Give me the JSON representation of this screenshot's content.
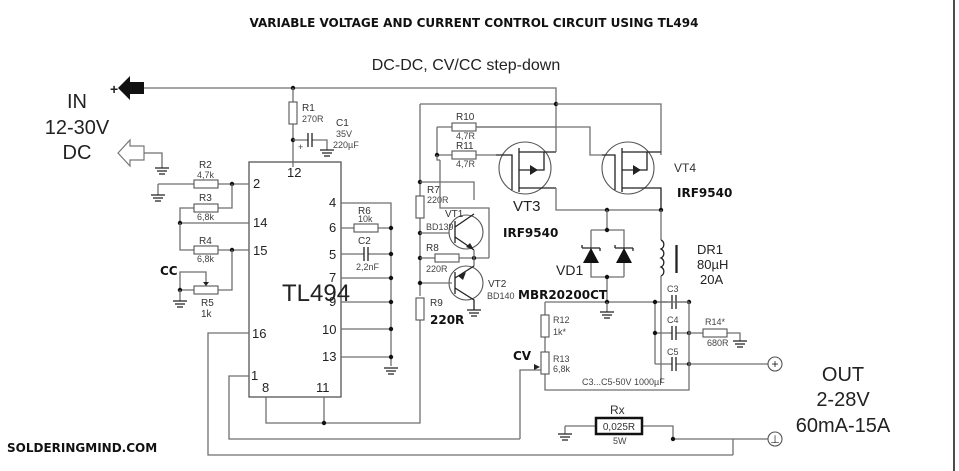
{
  "title": "VARIABLE VOLTAGE AND CURRENT CONTROL CIRCUIT USING TL494",
  "subtitle": "DC-DC, CV/CC  step-down",
  "watermark": "SOLDERINGMIND.COM",
  "input": {
    "label": "IN",
    "voltage": "12-30V",
    "type": "DC",
    "plus": "+"
  },
  "output": {
    "label": "OUT",
    "voltage": "2-28V",
    "current": "60mA-15A"
  },
  "ic": {
    "name": "TL494",
    "pins": [
      "12",
      "2",
      "14",
      "15",
      "16",
      "1",
      "8",
      "11",
      "4",
      "6",
      "5",
      "7",
      "9",
      "10",
      "13"
    ]
  },
  "components": {
    "R1": {
      "ref": "R1",
      "value": "270R"
    },
    "C1": {
      "ref": "C1",
      "v": "35V",
      "value": "220µF"
    },
    "R2": {
      "ref": "R2",
      "value": "4,7k"
    },
    "R3": {
      "ref": "R3",
      "value": "6,8k"
    },
    "R4": {
      "ref": "R4",
      "value": "6,8k"
    },
    "R5": {
      "ref": "R5",
      "value": "1k"
    },
    "R6": {
      "ref": "R6",
      "value": "10k"
    },
    "C2": {
      "ref": "C2",
      "value": "2,2nF"
    },
    "R7": {
      "ref": "R7",
      "value": "220R"
    },
    "R8": {
      "ref": "R8",
      "value": "220R"
    },
    "R9": {
      "ref": "R9",
      "value": "220R"
    },
    "VT1": {
      "ref": "VT1",
      "value": "BD139"
    },
    "VT2": {
      "ref": "VT2",
      "value": "BD140"
    },
    "R10": {
      "ref": "R10",
      "value": "4,7R"
    },
    "R11": {
      "ref": "R11",
      "value": "4,7R"
    },
    "VT3": {
      "ref": "VT3",
      "value": "IRF9540"
    },
    "VT4": {
      "ref": "VT4",
      "value": "IRF9540"
    },
    "VD1": {
      "ref": "VD1",
      "value": "MBR20200CT"
    },
    "DR1": {
      "ref": "DR1",
      "value": "80µH",
      "current": "20A"
    },
    "C3": {
      "ref": "C3"
    },
    "C4": {
      "ref": "C4"
    },
    "C5": {
      "ref": "C5"
    },
    "caps_note": "C3...C5-50V 1000µF",
    "R12": {
      "ref": "R12",
      "value": "1k*"
    },
    "R13": {
      "ref": "R13",
      "value": "6,8k"
    },
    "R14": {
      "ref": "R14*",
      "value": "680R"
    },
    "Rx": {
      "ref": "Rx",
      "value": "0,025R",
      "power": "5W"
    }
  },
  "controls": {
    "cc": "CC",
    "cv": "CV"
  },
  "terminals": {
    "plus": "+",
    "ground": "⊥"
  }
}
